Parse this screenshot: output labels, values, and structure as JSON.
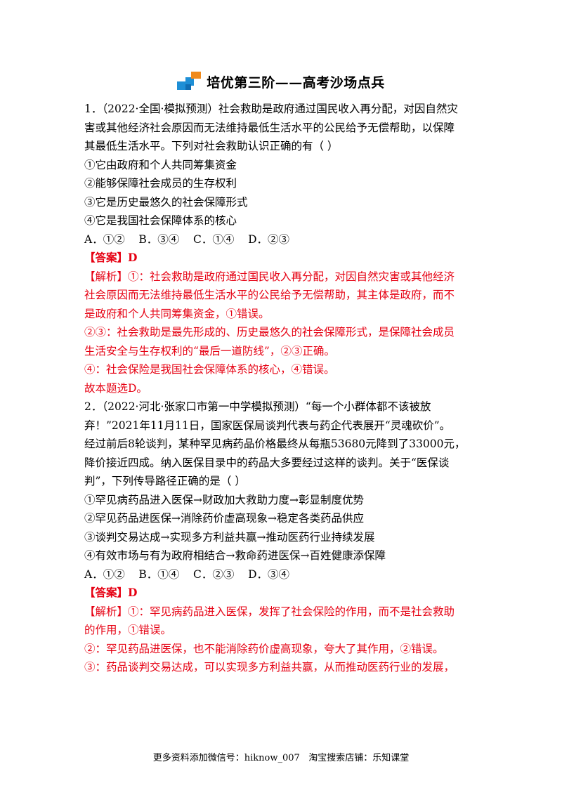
{
  "title": "培优第三阶——高考沙场点兵",
  "q1": {
    "stem": [
      "1．（2022·全国·模拟预测）社会救助是政府通过国民收入再分配，对因自然灾",
      "害或其他经济社会原因而无法维持最低生活水平的公民给予无偿帮助，以保障",
      "其最低生活水平。下列对社会救助认识正确的有（    ）"
    ],
    "options": [
      "①它由政府和个人共同筹集资金",
      "②能够保障社会成员的生存权利",
      "③它是历史最悠久的社会保障形式",
      "④它是我国社会保障体系的核心"
    ],
    "choices": "A．①②    B．③④    C．①④    D．②③",
    "answer": "【答案】D",
    "analysis": [
      "【解析】①：社会救助是政府通过国民收入再分配，对因自然灾害或其他经济",
      "社会原因而无法维持最低生活水平的公民给予无偿帮助，其主体是政府，而不",
      "是政府和个人共同筹集资金，①错误。",
      "②③：社会救助是最先形成的、历史最悠久的社会保障形式，是保障社会成员",
      "生活安全与生存权利的“最后一道防线”，②③正确。",
      "④：社会保险是我国社会保障体系的核心，④错误。",
      "故本题选D。"
    ]
  },
  "q2": {
    "stem": [
      "2．（2022·河北·张家口市第一中学模拟预测）“每一个小群体都不该被放",
      "弃！”2021年11月11日，国家医保局谈判代表与药企代表展开“灵魂砍价”。",
      "经过前后8轮谈判，某种罕见病药品价格最终从每瓶53680元降到了33000元，",
      "降价接近四成。纳入医保目录中的药品大多要经过这样的谈判。关于“医保谈",
      "判”，下列传导路径正确的是（    ）"
    ],
    "options": [
      "①罕见病药品进入医保→财政加大救助力度→彰显制度优势",
      "②罕见药品进医保→消除药价虚高现象→稳定各类药品供应",
      "③谈判交易达成→实现多方利益共赢→推动医药行业持续发展",
      "④有效市场与有为政府相结合→救命药进医保→百姓健康添保障"
    ],
    "choices": "A．①②    B．①④    C．②③    D．③④",
    "answer": "【答案】D",
    "analysis": [
      "【解析】①：罕见病药品进入医保，发挥了社会保险的作用，而不是社会救助",
      "的作用，①错误。",
      "②：罕见药品进医保，也不能消除药价虚高现象，夸大了其作用，②错误。",
      "③：药品谈判交易达成，可以实现多方利益共赢，从而推动医药行业的发展，"
    ]
  },
  "footer": "更多资料添加微信号：hiknow_007   淘宝搜索店铺：乐知课堂",
  "colors": {
    "answer_red": "#e60012",
    "logo_blue": "#1e8fd6",
    "logo_orange": "#f08a1c"
  }
}
